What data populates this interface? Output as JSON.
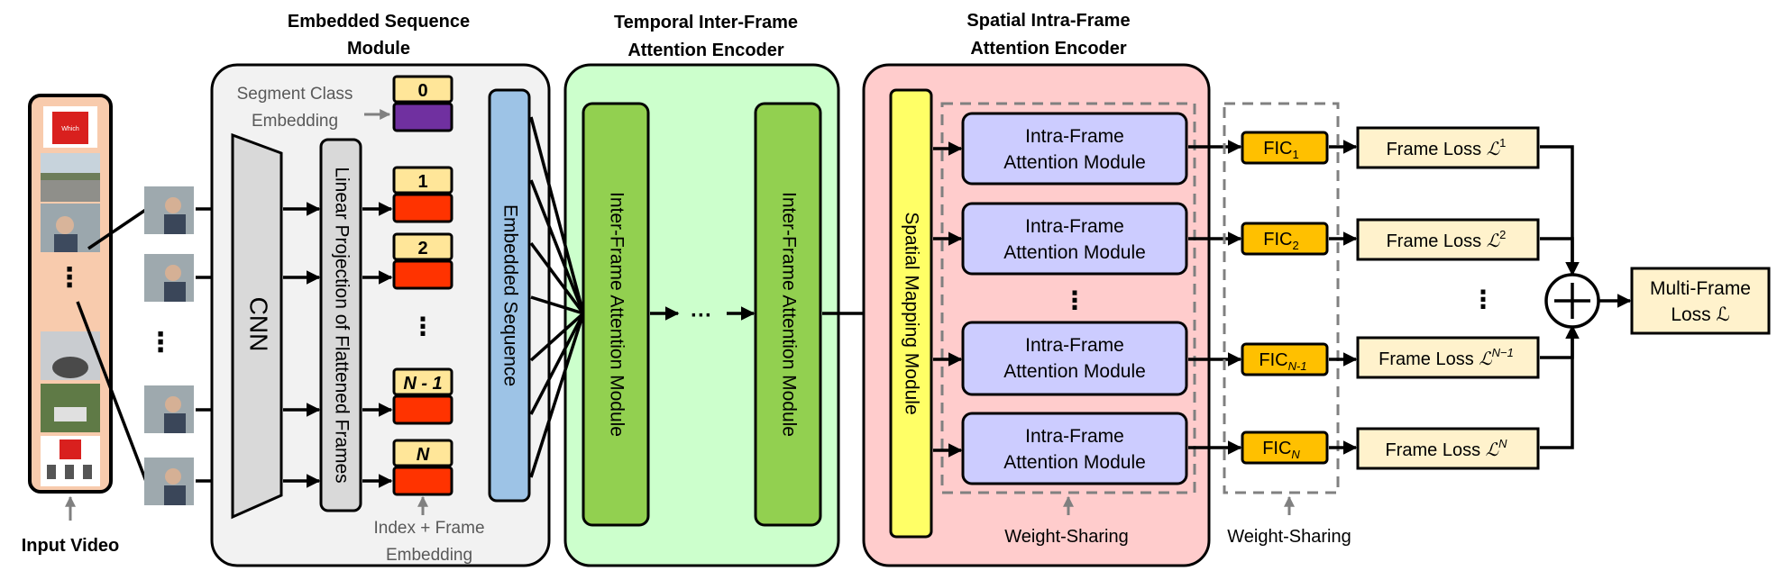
{
  "sections": {
    "embedded_title_1": "Embedded Sequence",
    "embedded_title_2": "Module",
    "temporal_title_1": "Temporal Inter-Frame",
    "temporal_title_2": "Attention Encoder",
    "spatial_title_1": "Spatial Intra-Frame",
    "spatial_title_2": "Attention Encoder"
  },
  "input": {
    "label": "Input Video",
    "ad_logo_text": "Which",
    "vdots": "⋮"
  },
  "embedding": {
    "segment_label_1": "Segment Class",
    "segment_label_2": "Embedding",
    "cnn_label": "CNN",
    "linear_label": "Linear Projection of Flattened Frames",
    "embedded_sequence_label": "Embedded Sequence",
    "index_label_1": "Index + Frame",
    "index_label_2": "Embedding",
    "tokens": [
      "0",
      "1",
      "2",
      "N - 1",
      "N"
    ],
    "dots": "⋮",
    "frame_dots": "⋮"
  },
  "temporal": {
    "module_label": "Inter-Frame Attention Module",
    "ellipsis": "···"
  },
  "spatial": {
    "mapping_label": "Spatial Mapping Module",
    "intra_line1": "Intra-Frame",
    "intra_line2": "Attention Module",
    "dots": "⋮",
    "weight_sharing": "Weight-Sharing"
  },
  "fic": {
    "prefix": "FIC",
    "subs": [
      "1",
      "2",
      "N-1",
      "N"
    ],
    "weight_sharing": "Weight-Sharing"
  },
  "losses": {
    "frame_loss_prefix": "Frame Loss ",
    "script_l": "ℒ",
    "supers": [
      "1",
      "2",
      "N−1",
      "N"
    ],
    "dots": "⋮",
    "plus": "+",
    "multi_line1": "Multi-Frame",
    "multi_line2": "Loss ℒ"
  },
  "colors": {
    "input_bg": "#f8cbad",
    "module_gray": "#f2f2f2",
    "cnn_gray": "#d9d9d9",
    "embedded_blue": "#9dc3e6",
    "temporal_bg": "#ccffcc",
    "inter_green": "#92d050",
    "spatial_bg": "#ffcccc",
    "mapping_yellow": "#ffff66",
    "intra_lavender": "#ccccff",
    "fic_orange": "#ffc000",
    "loss_cream": "#fff2cc",
    "token_yellow": "#ffe699",
    "class_purple": "#7030a0",
    "frame_red": "#ff3300",
    "arrow_gray": "#808080"
  }
}
